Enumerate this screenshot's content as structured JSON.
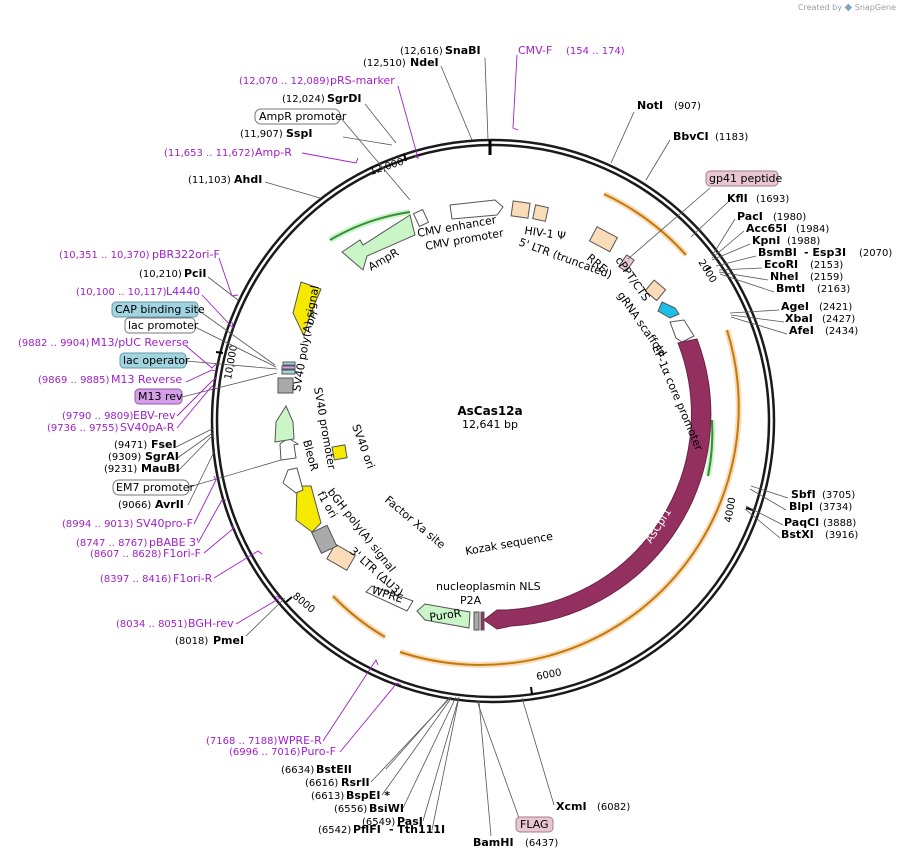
{
  "credit": {
    "prefix": "Created by",
    "brand": "SnapGene"
  },
  "plasmid": {
    "name": "AsCas12a",
    "size": "12,641 bp"
  },
  "ticks": [
    {
      "label": "2000",
      "rot": 57,
      "pos": "2000"
    },
    {
      "label": "4000",
      "rot": 114,
      "pos": "4000"
    },
    {
      "label": "6000",
      "rot": 171,
      "pos": "6000"
    },
    {
      "label": "8000",
      "rot": 228,
      "pos": "8000"
    },
    {
      "label": "10,000",
      "rot": 285,
      "pos": "10,000"
    },
    {
      "label": "12,000",
      "rot": 342,
      "pos": "12,000"
    }
  ],
  "enzymes": [
    {
      "name": "SnaBI",
      "pos": "(12,616)"
    },
    {
      "name": "NdeI",
      "pos": "(12,510)"
    },
    {
      "name": "SgrDI",
      "pos": "(12,024)"
    },
    {
      "name": "SspI",
      "pos": "(11,907)"
    },
    {
      "name": "AhdI",
      "pos": "(11,103)"
    },
    {
      "name": "PciI",
      "pos": "(10,210)"
    },
    {
      "name": "FseI",
      "pos": "(9471)"
    },
    {
      "name": "SgrAI",
      "pos": "(9309)"
    },
    {
      "name": "MauBI",
      "pos": "(9231)"
    },
    {
      "name": "AvrII",
      "pos": "(9066)"
    },
    {
      "name": "PmeI",
      "pos": "(8018)"
    },
    {
      "name": "NotI",
      "pos": "(907)"
    },
    {
      "name": "BbvCI",
      "pos": "(1183)"
    },
    {
      "name": "KflI",
      "pos": "(1693)"
    },
    {
      "name": "PacI",
      "pos": "(1980)"
    },
    {
      "name": "Acc65I",
      "pos": "(1984)"
    },
    {
      "name": "KpnI",
      "pos": "(1988)"
    },
    {
      "name": "BsmBI",
      "pos": "- Esp3I",
      "extra": "(2070)"
    },
    {
      "name": "EcoRI",
      "pos": "(2153)"
    },
    {
      "name": "NheI",
      "pos": "(2159)"
    },
    {
      "name": "BmtI",
      "pos": "(2163)"
    },
    {
      "name": "AgeI",
      "pos": "(2421)"
    },
    {
      "name": "XbaI",
      "pos": "(2427)"
    },
    {
      "name": "AfeI",
      "pos": "(2434)"
    },
    {
      "name": "SbfI",
      "pos": "(3705)"
    },
    {
      "name": "BlpI",
      "pos": "(3734)"
    },
    {
      "name": "PaqCI",
      "pos": "(3888)"
    },
    {
      "name": "BstXI",
      "pos": "(3916)"
    },
    {
      "name": "XcmI",
      "pos": "(6082)"
    },
    {
      "name": "BamHI",
      "pos": "(6437)"
    },
    {
      "name": "BstEII",
      "pos": "(6634)"
    },
    {
      "name": "RsrII",
      "pos": "(6616)"
    },
    {
      "name": "BspEI *",
      "pos": "(6613)"
    },
    {
      "name": "BsiWI",
      "pos": "(6556)"
    },
    {
      "name": "PasI",
      "pos": "(6549)"
    },
    {
      "name": "PflFI",
      "pos": "(6542)",
      "extra": "- Tth111I"
    }
  ],
  "primers": [
    {
      "name": "CMV-F",
      "pos": "(154 .. 174)"
    },
    {
      "name": "pRS-marker",
      "pos": "(12,070 .. 12,089)"
    },
    {
      "name": "Amp-R",
      "pos": "(11,653 .. 11,672)"
    },
    {
      "name": "pBR322ori-F",
      "pos": "(10,351 .. 10,370)"
    },
    {
      "name": "L4440",
      "pos": "(10,100 .. 10,117)"
    },
    {
      "name": "M13/pUC Reverse",
      "pos": "(9882 .. 9904)"
    },
    {
      "name": "M13 Reverse",
      "pos": "(9869 .. 9885)"
    },
    {
      "name": "EBV-rev",
      "pos": "(9790 .. 9809)"
    },
    {
      "name": "SV40pA-R",
      "pos": "(9736 .. 9755)"
    },
    {
      "name": "SV40pro-F",
      "pos": "(8994 .. 9013)"
    },
    {
      "name": "pBABE 3'",
      "pos": "(8747 .. 8767)"
    },
    {
      "name": "F1ori-F",
      "pos": "(8607 .. 8628)"
    },
    {
      "name": "F1ori-R",
      "pos": "(8397 .. 8416)"
    },
    {
      "name": "BGH-rev",
      "pos": "(8034 .. 8051)"
    },
    {
      "name": "WPRE-R",
      "pos": "(7168 .. 7188)"
    },
    {
      "name": "Puro-F",
      "pos": "(6996 .. 7016)"
    }
  ],
  "tags": [
    {
      "label": "AmpR promoter",
      "style": "white"
    },
    {
      "label": "CAP binding site",
      "style": "teal"
    },
    {
      "label": "lac promoter",
      "style": "white"
    },
    {
      "label": "lac operator",
      "style": "teal"
    },
    {
      "label": "M13 rev",
      "style": "purple"
    },
    {
      "label": "EM7 promoter",
      "style": "white"
    },
    {
      "label": "gp41 peptide",
      "style": "pink"
    },
    {
      "label": "FLAG",
      "style": "pink"
    }
  ],
  "features": [
    {
      "label": "CMV enhancer"
    },
    {
      "label": "CMV promoter"
    },
    {
      "label": "HIV-1 Ψ"
    },
    {
      "label": "5' LTR (truncated)"
    },
    {
      "label": "RRE"
    },
    {
      "label": "cPPT/CTS"
    },
    {
      "label": "gRNA scaffold"
    },
    {
      "label": "EF-1α core promoter"
    },
    {
      "label": "AsCpf1"
    },
    {
      "label": "Kozak sequence"
    },
    {
      "label": "nucleoplasmin NLS"
    },
    {
      "label": "P2A"
    },
    {
      "label": "PuroR"
    },
    {
      "label": "WPRE"
    },
    {
      "label": "3' LTR (ΔU3)"
    },
    {
      "label": "bGH poly(A) signal"
    },
    {
      "label": "f1 ori"
    },
    {
      "label": "Factor Xa site"
    },
    {
      "label": "SV40 ori"
    },
    {
      "label": "SV40 promoter"
    },
    {
      "label": "BleoR"
    },
    {
      "label": "SV40 poly(A) signal"
    },
    {
      "label": "ori"
    },
    {
      "label": "AmpR"
    }
  ],
  "colors": {
    "backbone": "#1a1a1a",
    "enzyme_line": "#555555",
    "primer": "#a020c8",
    "ascpf1": "#93305f",
    "ori": "#f5e900",
    "marker_green": "#c9f5c7",
    "pale_orange": "#fbdcb8",
    "orf_track": "#f9a21e",
    "cyan": "#1cbfe8",
    "tag_teal": "#9fd4e0",
    "tag_pink": "#e8c6d3",
    "tag_purple": "#d49ee8"
  }
}
